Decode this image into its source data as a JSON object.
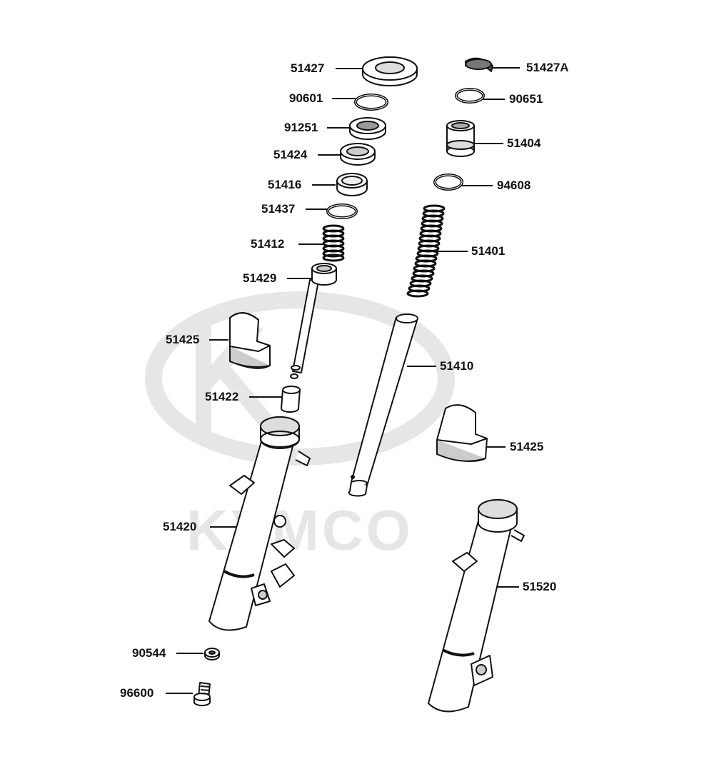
{
  "watermark": {
    "text": "KYMCO",
    "color": "#e6e6e6"
  },
  "colors": {
    "line": "#111111",
    "part_fill": "#ffffff",
    "shade": "#d9d9d9",
    "dark": "#444444"
  },
  "labels": {
    "p51427": "51427",
    "p51427A": "51427A",
    "p90601": "90601",
    "p90651": "90651",
    "p91251": "91251",
    "p51404": "51404",
    "p51424": "51424",
    "p51416": "51416",
    "p94608": "94608",
    "p51437": "51437",
    "p51412": "51412",
    "p51401": "51401",
    "p51429": "51429",
    "p51425_left": "51425",
    "p51410": "51410",
    "p51422": "51422",
    "p51425_right": "51425",
    "p51420": "51420",
    "p51520": "51520",
    "p90544": "90544",
    "p96600": "96600"
  }
}
